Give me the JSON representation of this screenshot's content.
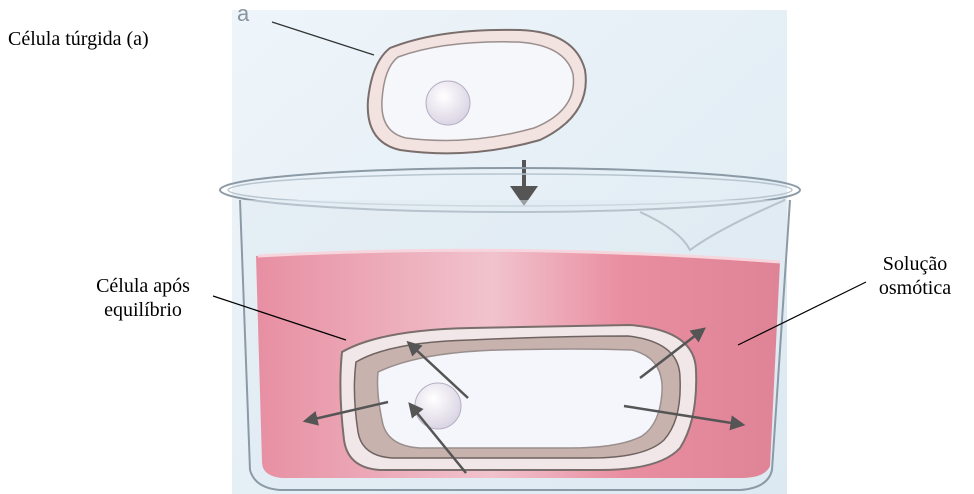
{
  "labels": {
    "panel_letter": "a",
    "turgid_cell": "Célula túrgida (a)",
    "cell_after_line1": "Célula após",
    "cell_after_line2": "equilíbrio",
    "solution_line1": "Solução",
    "solution_line2": "osmótica"
  },
  "colors": {
    "background_panel": "#e6f0f7",
    "solution": "#e28a9e",
    "cell_wall": "#f2e6e4",
    "cytoplasm": "#f4f6fb",
    "wall_after_equilibrium": "#c7b1ae",
    "nucleus": "#ece8f2",
    "arrow": "#555555"
  },
  "icons": {
    "down_arrow": "down-arrow-icon",
    "outward_arrows": "outward-arrow-icon"
  }
}
